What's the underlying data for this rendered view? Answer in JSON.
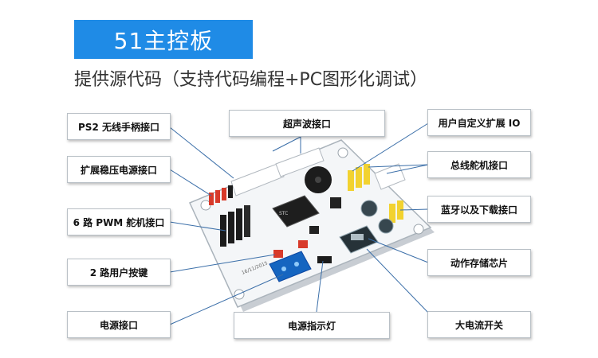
{
  "title": "51主控板",
  "subtitle": "提供源代码（支持代码编程+PC图形化调试）",
  "labels": {
    "ps2": "PS2 无线手柄接口",
    "regulated_power": "扩展稳压电源接口",
    "pwm_servo": "6 路 PWM 舵机接口",
    "user_keys": "2 路用户按键",
    "power_port": "电源接口",
    "ultrasonic": "超声波接口",
    "power_indicator": "电源指示灯",
    "user_io": "用户自定义扩展 IO",
    "bus_servo": "总线舵机接口",
    "bluetooth": "蓝牙以及下载接口",
    "action_storage": "动作存储芯片",
    "power_switch": "大电流开关"
  },
  "board_marks": {
    "chip_label": "STC",
    "board_text": "16/11/2015"
  },
  "colors": {
    "banner": "#1f8be6",
    "board": "#f4f6f8",
    "terminal": "#1565c0",
    "header_yellow": "#f2d230",
    "header_red": "#d83a2a"
  }
}
